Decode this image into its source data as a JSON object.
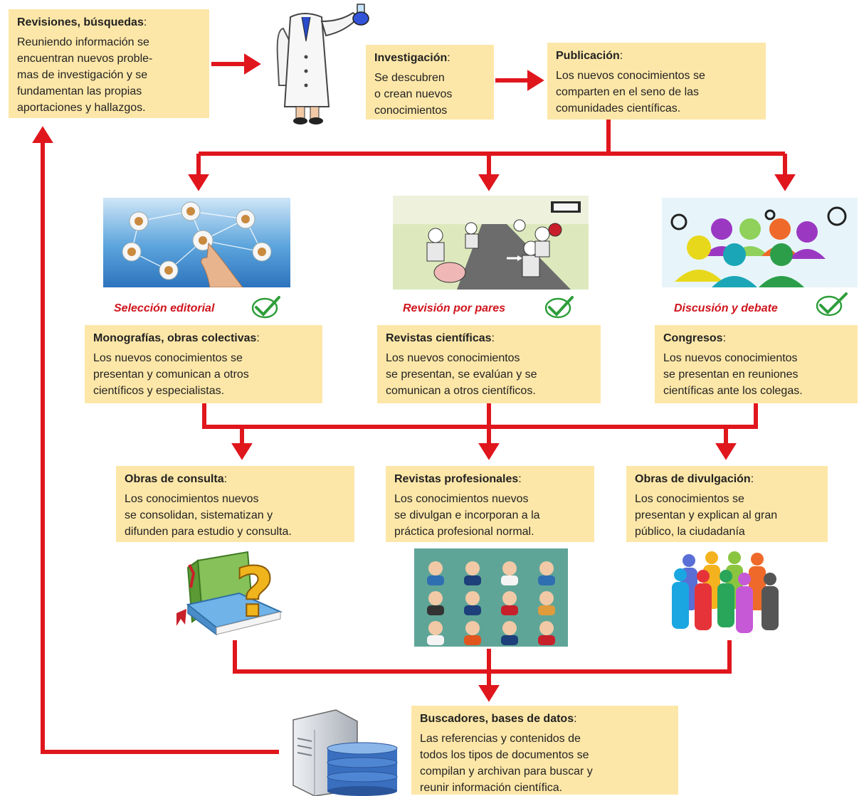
{
  "boxes": {
    "revisiones": {
      "title": "Revisiones, búsquedas",
      "body": "Reuniendo información se\nencuentran nuevos proble-\nmas de investigación y se\nfundamentan las propias\naportaciones y hallazgos."
    },
    "investigacion": {
      "title": "Investigación",
      "body": "Se descubren\no crean nuevos\nconocimientos"
    },
    "publicacion": {
      "title": "Publicación",
      "body": "Los nuevos conocimientos se\ncomparten en el seno de las\ncomunidades científicas."
    },
    "monografias": {
      "title": "Monografías, obras colectivas",
      "body": "Los nuevos conocimientos se\npresentan y comunican a otros\ncientíficos y especialistas."
    },
    "revistas_cientificas": {
      "title": "Revistas científicas",
      "body": "Los nuevos conocimientos\nse presentan, se evalúan y se\ncomunican a otros científicos."
    },
    "congresos": {
      "title": "Congresos",
      "body": "Los nuevos conocimientos\nse presentan en reuniones\ncientíficas ante los colegas."
    },
    "obras_consulta": {
      "title": "Obras de consulta",
      "body": "Los conocimientos nuevos\nse consolidan, sistematizan y\ndifunden para estudio y consulta."
    },
    "revistas_profesionales": {
      "title": "Revistas profesionales",
      "body": "Los conocimientos nuevos\nse divulgan e incorporan a la\npráctica profesional normal."
    },
    "obras_divulgacion": {
      "title": "Obras de divulgación",
      "body": "Los conocimientos se\npresentan y explican al gran\npúblico, la ciudadanía"
    },
    "buscadores": {
      "title": "Buscadores, bases de datos",
      "body": "Las referencias y contenidos de\ntodos los tipos de documentos se\ncompilan y archivan para buscar y\nreunir información científica."
    }
  },
  "captions": {
    "seleccion": "Selección editorial",
    "revision": "Revisión por pares",
    "discusion": "Discusión y debate"
  },
  "colors": {
    "arrow": "#e0161d",
    "box": "#fde7a8",
    "caption": "#d0141c",
    "check": "#2e9e3a"
  }
}
